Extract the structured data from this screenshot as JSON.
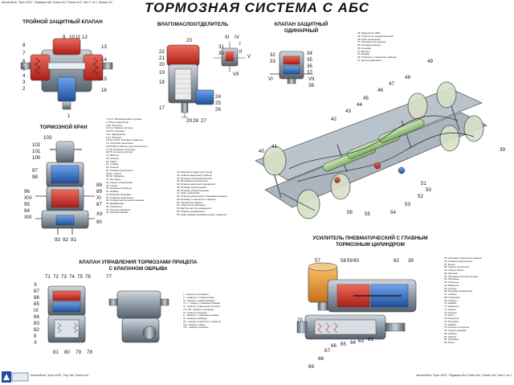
{
  "header_strip": "Автомобиль \"Урал-4320\". Редакция №6. Бланк №4. Плакат №2. Лист 1 из 1. Формат А1.",
  "footer_strip": "Автомобиль \"Урал-4320\". Редакция №6. Бланк №4. Плакат №2. Лист 1 из 1.",
  "footer_strip_left": "Автомобиль \"Урал-4320\". Ред. №6. Бланк №4.",
  "title": "ТОРМОЗНАЯ СИСТЕМА С АБС",
  "sections": {
    "triple_valve": "ТРОЙНОЙ ЗАЩИТНЫЙ КЛАПАН",
    "moisture_separator": "ВЛАГОМАСЛООТДЕЛИТЕЛЬ",
    "single_valve": "КЛАПАН ЗАЩИТНЫЙ\nОДИНАРНЫЙ",
    "brake_valve": "ТОРМОЗНОЙ КРАН",
    "booster": "УСИЛИТЕЛЬ ПНЕВМАТИЧЕСКИЙ С ГЛАВНЫМ\nТОРМОЗНЫМ ЦИЛИНДРОМ",
    "trailer_valve": "КЛАПАН УПРАВЛЕНИЯ ТОРМОЗАМИ ПРИЦЕПА\nС КЛАПАНОМ ОБРЫВА"
  },
  "legend_main": [
    "1,5,14. Направляющие пружин.",
    "2. Влагоотделитель.",
    "3,10. Корпуса.",
    "4,8,13. Тарелки пружин.",
    "6,9,16. Клапаны.",
    "6,11. Диафрагмы.",
    "6,12. Крышки.",
    "6,8,11,13,18. Клапаны обратные.",
    "11. Колпачки защитные.",
    "13,23,55,76. Винты регулировочные.",
    "17,64. Клапаны впускные.",
    "18,75. Кольца уплотнит.",
    "19. Фильтр.",
    "20. Кольца.",
    "21. Гайка.",
    "22. Стакан.",
    "23. Кольца.",
    "24. Клапан пропускной.",
    "25,31. Седла.",
    "26,32. Пружины.",
    "27. Штуцеры.",
    "28. Корпус ускоренный.",
    "29. Сапун.",
    "30. Клапаны впускные.",
    "31. Шайбы.",
    "37,63,82,90. Пружины.",
    "33. Клапаны выпускные.",
    "34. Клапан контрольного вывода.",
    "35. Диафрагмы.",
    "36. Толкатели.",
    "37. Поршни двойной.",
    "38. Поршни малый."
  ],
  "legend_center": [
    "40. Манометр двухстрелочный.",
    "41. Клапан защитный тройной.",
    "42. Ресивер регенерационный.",
    "43. Влагомаслоотделитель.",
    "44. Клапан защитный одинарный.",
    "45. Ресивер контрольный.",
    "46. Ресивер ускорительный.",
    "47. Кран тормозной.",
    "48. Клапан управления тормозами прицепа.",
    "49. Ресивер стояночного тормоза.",
    "50. Тормозная камера.",
    "51. Модулятор давления.",
    "52. Датчик частоты вращения.",
    "53. Клапан ограничения.",
    "54. Кран обрыва пневматических тормозов."
  ],
  "legend_top_right": [
    "34. Модулятор АБС.",
    "35. Усилитель пневматический.",
    "36. Кран тормозной.",
    "37. Ресивер для воздуха.",
    "38. Пневмоцилиндр.",
    "39. Колодки.",
    "VI. Выход к",
    "VII. Вывод.",
    "36. Клапаны и тормозные камеры.",
    "37. Датчик давления."
  ],
  "legend_trailer": [
    "I - вывод к атмосфере;",
    "II - подвод от компрессора;",
    "III - вывод к пневмоприводу;",
    "IV, V - вывод к пневмосистемам;",
    "VI - вывод к тормозной системе;",
    "VII, VIII - вывод к ресиверу;",
    "IX - вывод к прицепу;",
    "X - вывод от тормозного крана;",
    "XI - вывод к приводу;",
    "XII - вывод стояночного тормоза;",
    "XIII - вывод к крану;",
    "XIV - вывод к клапану."
  ],
  "legend_booster": [
    "55. Цилиндр тормозной главный.",
    "56. Клапан перепускной.",
    "57. Бачок.",
    "58. Корпус усилителя.",
    "59. Корпус бачка.",
    "60. Крышка.",
    "61. Пружина уплотнительная.",
    "62. Поршень.",
    "63. Поршень.",
    "64. Манжета.",
    "65. Кольцо.",
    "66. Пружина возвратная.",
    "67. Клапан.",
    "68. Толкатель.",
    "69. Клапан.",
    "70. Шайба.",
    "71. Манжета.",
    "72. Корпус.",
    "73. Кольцо.",
    "74. Шток.",
    "75. Поршень.",
    "76. Пружина.",
    "77. Шайба.",
    "78. Кольцо стопорное.",
    "79. Седло клапана.",
    "80. Клапан.",
    "81. Корпус.",
    "82. Пружина.",
    "83. Шток."
  ],
  "callouts": {
    "triple_top": [
      "9",
      "10",
      "11",
      "12"
    ],
    "triple_left": [
      "8",
      "7",
      "6",
      "5",
      "4",
      "3",
      "2"
    ],
    "triple_right": [
      "13",
      "14",
      "15",
      "16"
    ],
    "triple_bottom": "1",
    "sep_left": [
      "22",
      "21",
      "20",
      "19",
      "18",
      "17"
    ],
    "sep_top": "23",
    "sep_side": [
      "24",
      "25",
      "26"
    ],
    "sep_bottom": [
      "29",
      "28",
      "27"
    ],
    "sep_small": [
      "III",
      "IV",
      "31",
      "30",
      "I",
      "II",
      "V",
      "VII"
    ],
    "single_left": [
      "32",
      "33",
      "VI"
    ],
    "single_right": [
      "34",
      "35",
      "36",
      "37",
      "VII",
      "38"
    ],
    "chassis": [
      "49",
      "48",
      "47",
      "46",
      "45",
      "44",
      "43",
      "42",
      "41",
      "40",
      "39",
      "50",
      "51",
      "52",
      "53",
      "54",
      "55",
      "56"
    ],
    "brake_top": [
      "103",
      "102",
      "101",
      "100",
      "97",
      "98"
    ],
    "brake_right": [
      "88",
      "89",
      "XI",
      "87",
      "XII",
      "90"
    ],
    "brake_left": [
      "96",
      "XIV",
      "95",
      "94",
      "XIII"
    ],
    "brake_bottom": [
      "93",
      "92",
      "91"
    ],
    "trailer_top": [
      "71",
      "72",
      "73",
      "74",
      "75",
      "76",
      "77"
    ],
    "trailer_left": [
      "X",
      "87",
      "86",
      "85",
      "IX",
      "84",
      "83",
      "82",
      "II",
      "X"
    ],
    "trailer_bottom": [
      "81",
      "80",
      "79",
      "78"
    ],
    "booster_top": [
      "57",
      "58",
      "59",
      "60",
      "62",
      "39"
    ],
    "booster_bottom": [
      "70",
      "69",
      "68",
      "67",
      "66",
      "65",
      "64",
      "63",
      "61"
    ]
  },
  "colors": {
    "pressure_red": "#d9322a",
    "exhaust_blue": "#2b6fd1",
    "steel": "#8e9aa6",
    "oil_orange": "#e79a2c"
  }
}
